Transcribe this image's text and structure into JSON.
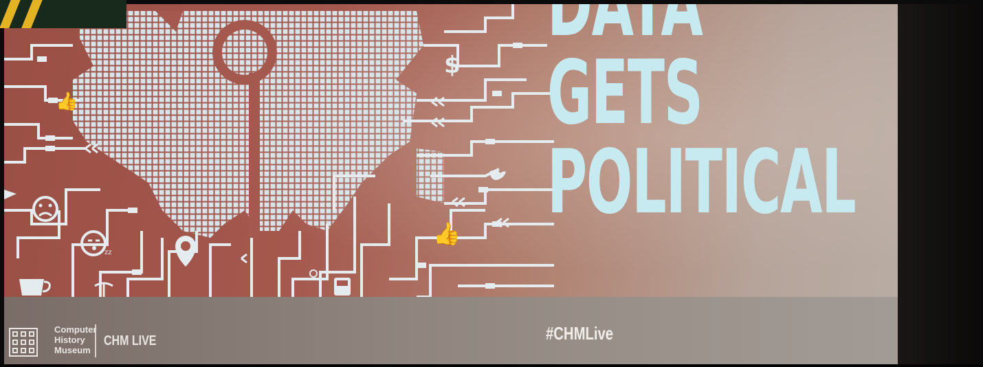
{
  "headline": {
    "line1": "DATA",
    "line2": "GETS",
    "line3": "POLITICAL"
  },
  "footer": {
    "museum_lines": [
      "Computer",
      "History",
      "Museum"
    ],
    "program": "CHM LIVE",
    "hashtag": "#CHMLive"
  },
  "colors": {
    "screen_red": "#a5584d",
    "headline_cyan": "#c7eaf1",
    "footer_band": "#8d827c",
    "badge_green": "#182a1c",
    "badge_yellow": "#e3b323"
  },
  "icons": [
    "dollar-icon",
    "thumbs-up-icon",
    "sad-face-icon",
    "sleeping-face-icon",
    "music-note-icon",
    "coffee-cup-icon",
    "caduceus-icon",
    "bird-icon",
    "bus-icon",
    "arrow-icon",
    "plane-icon",
    "lightbulb-icon"
  ]
}
